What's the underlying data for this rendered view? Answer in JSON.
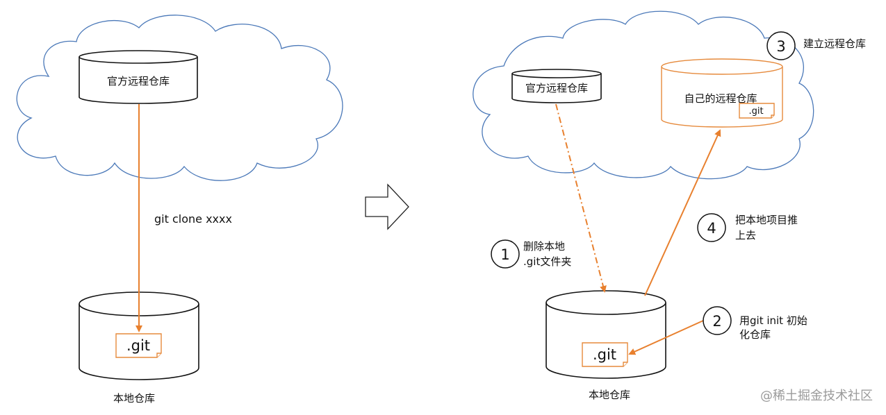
{
  "left": {
    "remote_label": "官方远程仓库",
    "command_label": "git clone xxxx",
    "git_folder_label": ".git",
    "local_label": "本地仓库"
  },
  "right": {
    "official_remote_label": "官方远程仓库",
    "own_remote_label": "自己的远程仓库",
    "own_remote_git_label": ".git",
    "local_git_label": ".git",
    "local_label": "本地仓库",
    "steps": [
      {
        "number": "1",
        "line1": "删除本地",
        "line2": ".git文件夹"
      },
      {
        "number": "2",
        "line1": "用git init 初始",
        "line2": "化仓库"
      },
      {
        "number": "3",
        "line1": "建立远程仓库",
        "line2": ""
      },
      {
        "number": "4",
        "line1": "把本地项目推",
        "line2": "上去"
      }
    ]
  },
  "watermark": "@稀土掘金技术社区",
  "colors": {
    "cloud_stroke": "#4a78b8",
    "arrow": "#e8802e",
    "own_remote_stroke": "#e68a3c"
  }
}
